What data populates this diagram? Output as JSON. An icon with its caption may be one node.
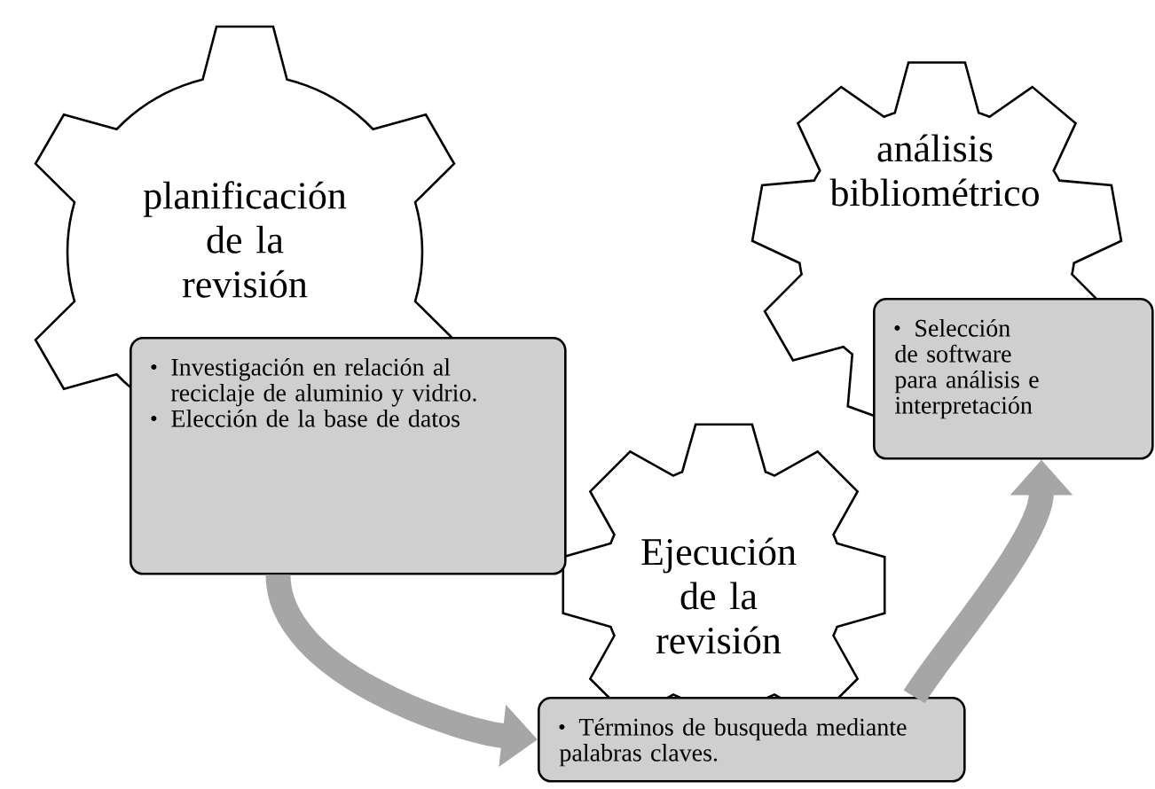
{
  "diagram": {
    "nodes": [
      {
        "text": [
          "planificación de la revisión"
        ]
      },
      {
        "text": [
          "Investigación en relación al reciclaje de aluminio y vidrio.",
          "Elección de la base de datos"
        ]
      },
      {
        "text": [
          "análisis bibliométrico"
        ]
      },
      {
        "text": [
          "Selección de software para análisis e interpretación"
        ]
      },
      {
        "text": [
          "Ejecución de la revisión"
        ]
      },
      {
        "text": [
          "Términos de busqueda mediante palabras claves."
        ]
      }
    ],
    "edges": [
      {
        "from": 1,
        "to": 5,
        "arrow": "to"
      },
      {
        "from": 5,
        "to": 3,
        "arrow": "to"
      }
    ]
  }
}
